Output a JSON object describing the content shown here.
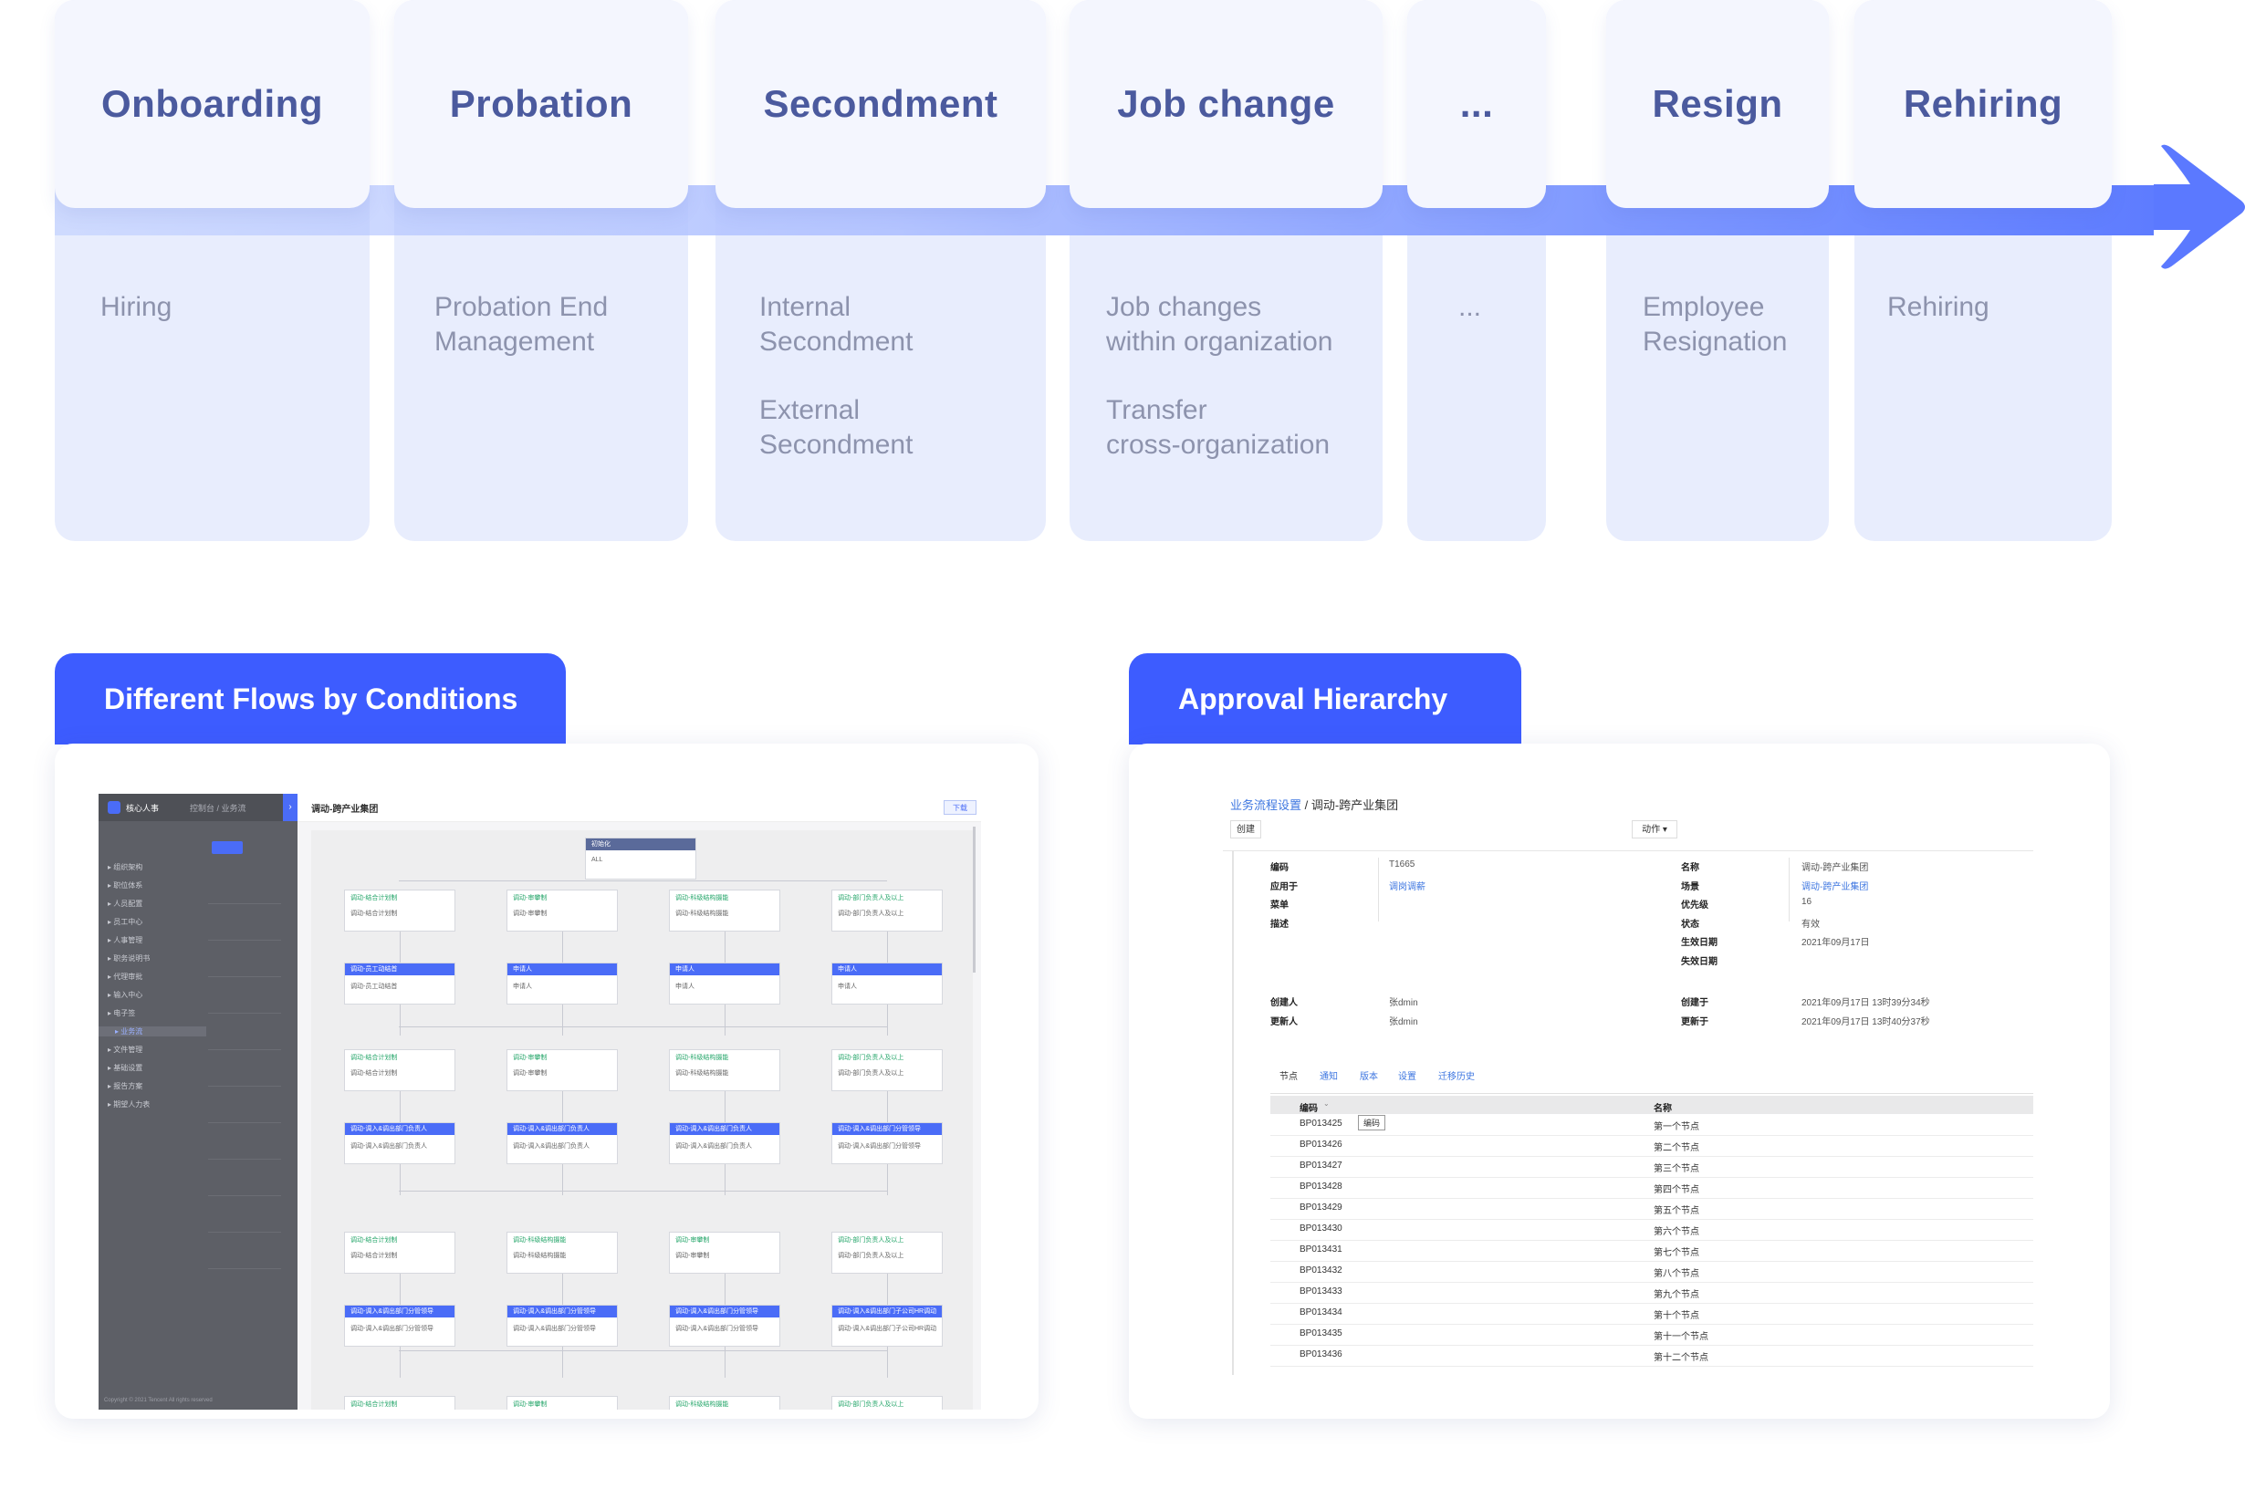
{
  "timeline": {
    "stages": [
      {
        "key": "onboarding",
        "title": "Onboarding",
        "subs": [
          "Hiring"
        ]
      },
      {
        "key": "probation",
        "title": "Probation",
        "subs": [
          "Probation End\nManagement"
        ]
      },
      {
        "key": "secondment",
        "title": "Secondment",
        "subs": [
          "Internal\nSecondment",
          "External\nSecondment"
        ]
      },
      {
        "key": "jobchange",
        "title": "Job change",
        "subs": [
          "Job changes\nwithin organization",
          "Transfer\ncross-organization"
        ]
      },
      {
        "key": "more",
        "title": "...",
        "subs": [
          "..."
        ]
      },
      {
        "key": "resign",
        "title": "Resign",
        "subs": [
          "Employee\nResignation"
        ]
      },
      {
        "key": "rehiring",
        "title": "Rehiring",
        "subs": [
          "Rehiring"
        ]
      }
    ]
  },
  "sections": {
    "flows_title": "Different Flows by Conditions",
    "approval_title": "Approval Hierarchy"
  },
  "flow_editor": {
    "app_name": "核心人事",
    "breadcrumb": "控制台 / 业务流",
    "page_title": "调动-跨产业集团",
    "download": "下载",
    "side_items": [
      "组织架构",
      "职位体系",
      "人员配置",
      "员工中心",
      "人事管理",
      "职务说明书",
      "代理审批",
      "输入中心",
      "电子签",
      "业务流",
      "文件管理",
      "基础设置",
      "报告方案",
      "期望人力表"
    ],
    "start_node": {
      "title": "初始化",
      "body": "ALL"
    },
    "rows": [
      [
        "调动-结合计划制",
        "调动-审攀制",
        "调动-科级结构摄能",
        "调动-部门负责人及以上"
      ],
      [
        "调动-员工动结首",
        "申请人",
        "申请人",
        "申请人"
      ],
      [
        "调动-结合计划制",
        "调动-审攀制",
        "调动-科级结构摄能",
        "调动-部门负责人及以上"
      ],
      [
        "调动-调入&调出部门负责人",
        "调动-调入&调出部门负责人",
        "调动-调入&调出部门负责人",
        "调动-调入&调出部门分管领导"
      ],
      [
        "调动-结合计划制",
        "调动-科级结构摄能",
        "调动-审攀制",
        "调动-部门负责人及以上"
      ],
      [
        "调动-调入&调出部门分管领导",
        "调动-调入&调出部门分管领导",
        "调动-调入&调出部门分管领导",
        "调动-调入&调出部门子公司HR调动"
      ]
    ],
    "copyright": "Copyright © 2021 Tencent All rights reserved"
  },
  "approval": {
    "breadcrumb_link": "业务流程设置",
    "breadcrumb_rest": " / 调动-跨产业集团",
    "create": "创建",
    "action": "动作 ▾",
    "fields_left": [
      {
        "label": "编码",
        "value": "T1665"
      },
      {
        "label": "应用于",
        "value": "调岗调薪",
        "link": true
      },
      {
        "label": "菜单",
        "value": ""
      },
      {
        "label": "描述",
        "value": ""
      }
    ],
    "fields_right": [
      {
        "label": "名称",
        "value": "调动-跨产业集团"
      },
      {
        "label": "场景",
        "value": "调动-跨产业集团",
        "link": true
      },
      {
        "label": "优先级",
        "value": "16"
      },
      {
        "label": "状态",
        "value": "有效"
      },
      {
        "label": "生效日期",
        "value": "2021年09月17日"
      },
      {
        "label": "失效日期",
        "value": ""
      }
    ],
    "audit_left": [
      {
        "label": "创建人",
        "value": "张dmin"
      },
      {
        "label": "更新人",
        "value": "张dmin"
      }
    ],
    "audit_right": [
      {
        "label": "创建于",
        "value": "2021年09月17日 13时39分34秒"
      },
      {
        "label": "更新于",
        "value": "2021年09月17日 13时40分37秒"
      }
    ],
    "tabs": [
      "节点",
      "通知",
      "版本",
      "设置",
      "迁移历史"
    ],
    "table_headers": [
      "编码",
      "名称"
    ],
    "tooltip": "编码",
    "rows": [
      [
        "BP013425",
        "第一个节点"
      ],
      [
        "BP013426",
        "第二个节点"
      ],
      [
        "BP013427",
        "第三个节点"
      ],
      [
        "BP013428",
        "第四个节点"
      ],
      [
        "BP013429",
        "第五个节点"
      ],
      [
        "BP013430",
        "第六个节点"
      ],
      [
        "BP013431",
        "第七个节点"
      ],
      [
        "BP013432",
        "第八个节点"
      ],
      [
        "BP013433",
        "第九个节点"
      ],
      [
        "BP013434",
        "第十个节点"
      ],
      [
        "BP013435",
        "第十一个节点"
      ],
      [
        "BP013436",
        "第十二个节点"
      ]
    ]
  }
}
